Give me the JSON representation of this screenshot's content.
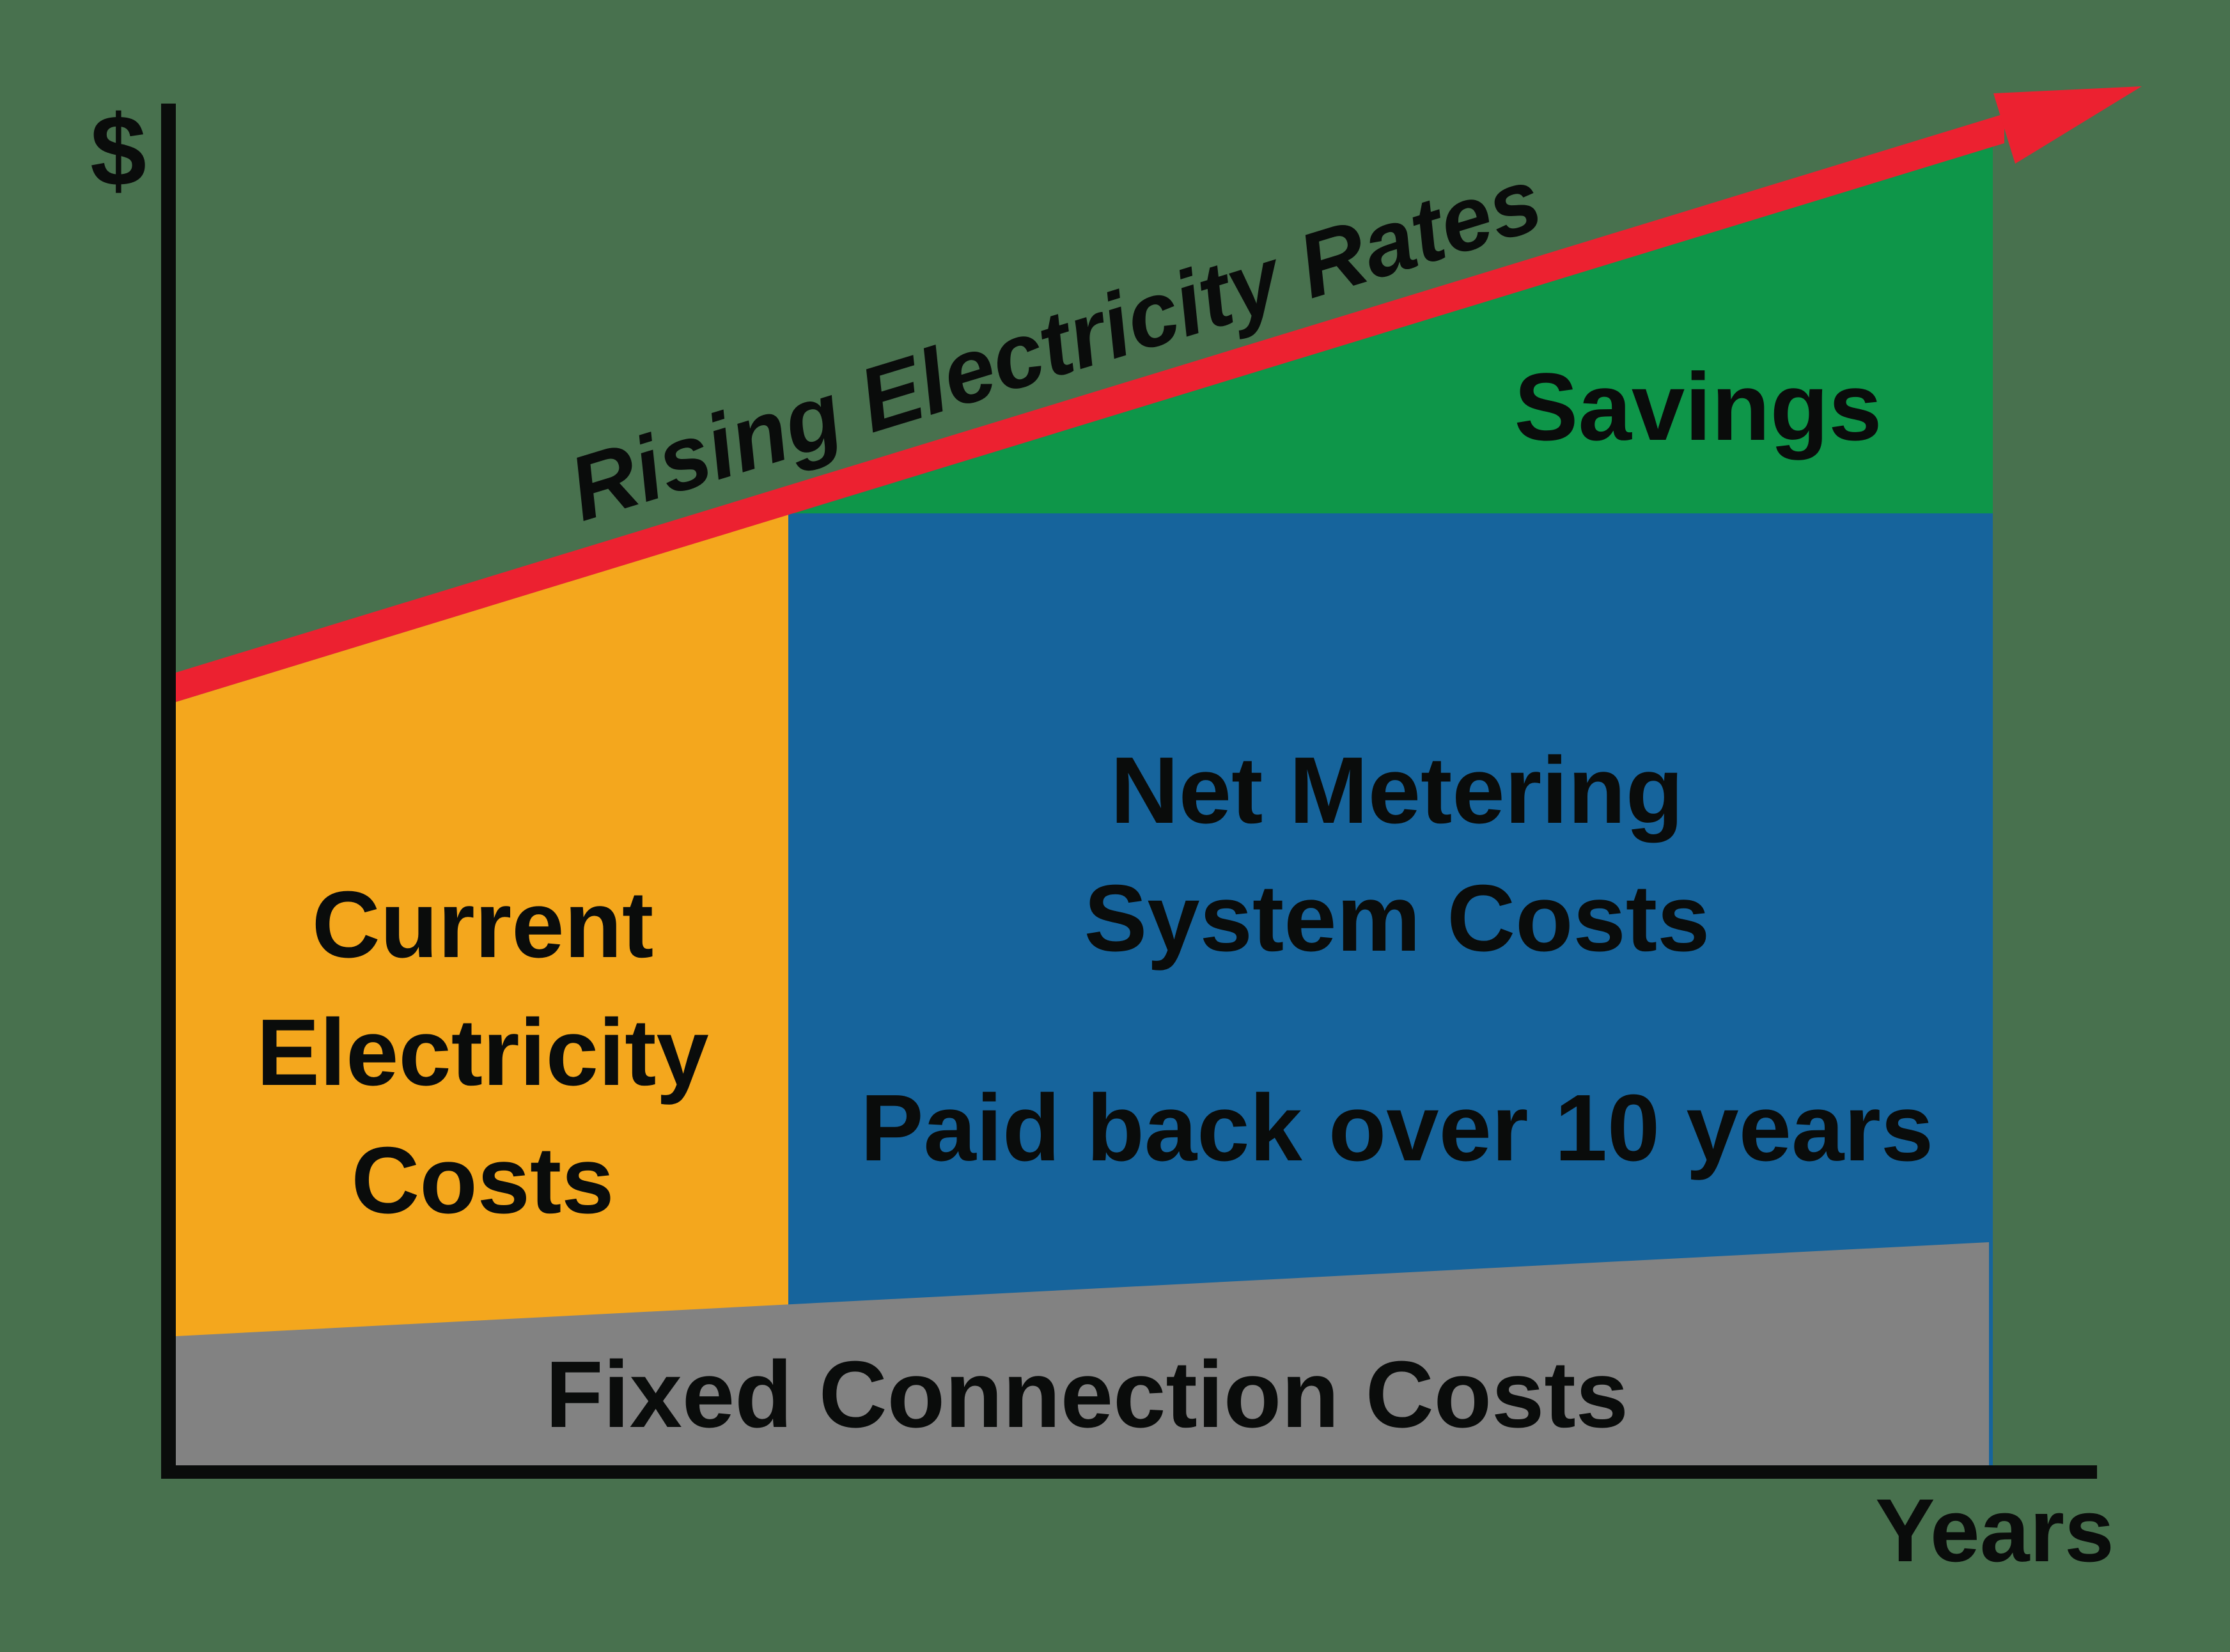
{
  "colors": {
    "background": "#48714E",
    "axis_black": "#0a0c0b",
    "text_black": "#0a0c0b",
    "rising_rates_red": "#EC2130",
    "current_costs_yellow": "#F4A71D",
    "net_metering_blue": "#16649C",
    "savings_green": "#0E9649",
    "fixed_costs_gray": "#828282"
  },
  "axes": {
    "y_label": "$",
    "x_label": "Years"
  },
  "arrow": {
    "label": "Rising Electricity Rates"
  },
  "regions": {
    "current": {
      "line1": "Current",
      "line2": "Electricity",
      "line3": "Costs"
    },
    "net_metering": {
      "line1": "Net Metering",
      "line2": "System Costs",
      "note": "Paid back over 10 years"
    },
    "savings": {
      "label": "Savings"
    },
    "fixed": {
      "label": "Fixed Connection Costs"
    }
  }
}
